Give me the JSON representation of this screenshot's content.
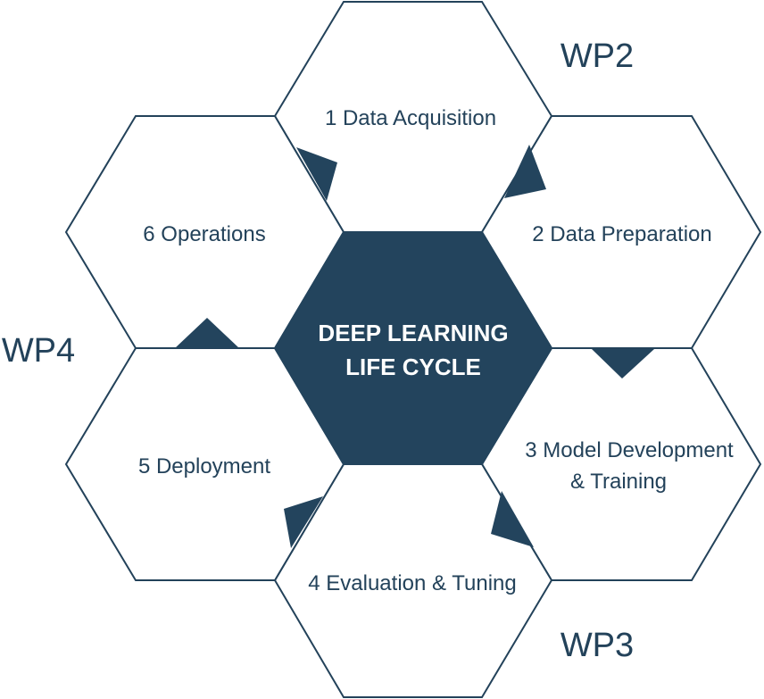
{
  "diagram": {
    "center": {
      "line1": "DEEP LEARNING",
      "line2": "LIFE CYCLE"
    },
    "stages": [
      {
        "line1": "1 Data Acquisition"
      },
      {
        "line1": "2 Data Preparation"
      },
      {
        "line1": "3 Model Development",
        "line2": "& Training"
      },
      {
        "line1": "4 Evaluation & Tuning"
      },
      {
        "line1": "5 Deployment"
      },
      {
        "line1": "6 Operations"
      }
    ],
    "work_packages": {
      "wp2": "WP2",
      "wp3": "WP3",
      "wp4": "WP4"
    },
    "colors": {
      "accent": "#23445d",
      "outline": "#23425a",
      "background": "#ffffff"
    }
  }
}
